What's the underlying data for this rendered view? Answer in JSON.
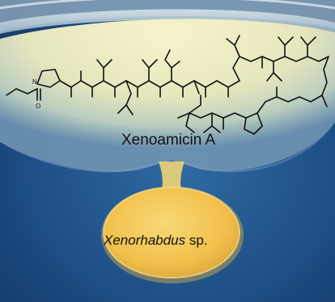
{
  "figure": {
    "compound_label": "Xenoamicin A",
    "organism_genus": "Xenorhabdus",
    "organism_suffix": " sp.",
    "colors": {
      "plate_background": "#1e4f86",
      "agar_glow": "#e9e8b8",
      "colony": "#f2c04a",
      "structure_lines": "#111111"
    }
  }
}
